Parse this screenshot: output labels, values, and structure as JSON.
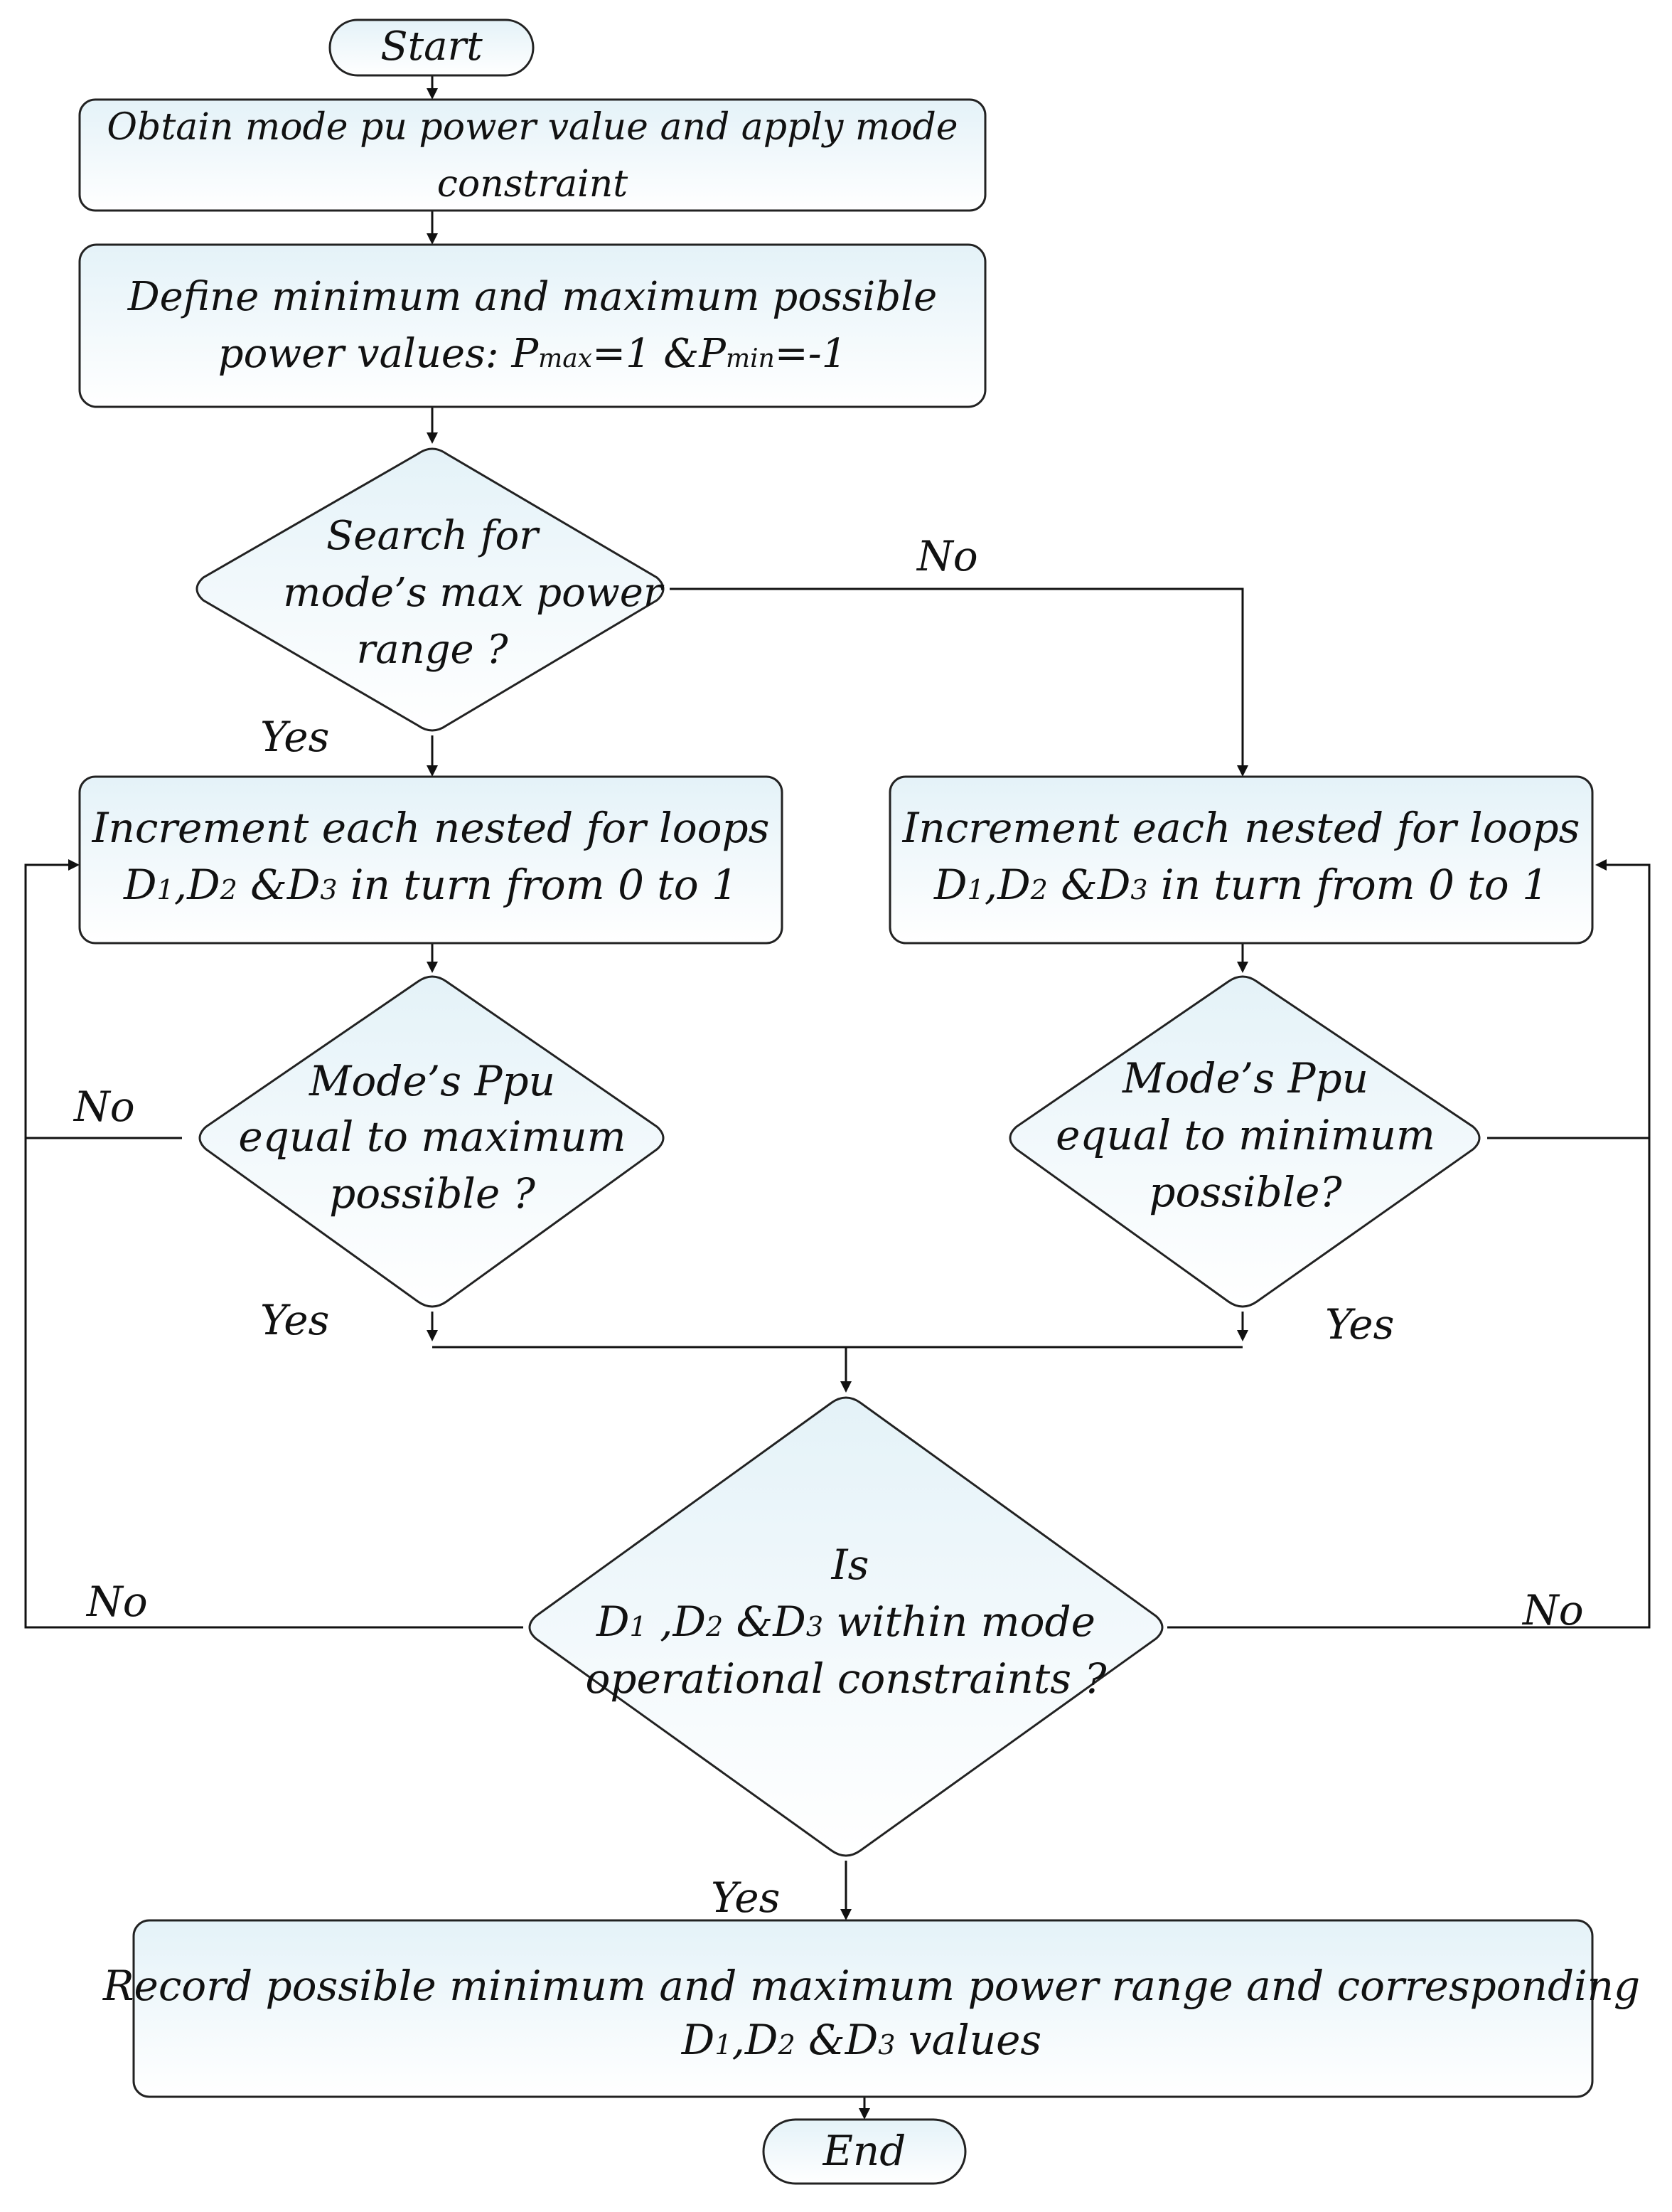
{
  "flowchart": {
    "start": {
      "label": "Start"
    },
    "step_obtain": {
      "lines": [
        "Obtain  mode pu power value and apply mode",
        "constraint"
      ]
    },
    "step_define": {
      "line1": "Define minimum and maximum possible",
      "line2_prefix": "power values: P",
      "pmax_sub": "max",
      "pmax_val": "=1 &P",
      "pmin_sub": "min",
      "pmin_val": "=-1"
    },
    "decision_search": {
      "lines": [
        "Search for",
        "mode’s max power",
        "range ?"
      ]
    },
    "loop_left": {
      "line1": "Increment each nested for loops",
      "line2": [
        {
          "t": "D",
          "sub": false
        },
        {
          "t": "1",
          "sub": true
        },
        {
          "t": ",D",
          "sub": false
        },
        {
          "t": "2",
          "sub": true
        },
        {
          "t": " &D",
          "sub": false
        },
        {
          "t": "3",
          "sub": true
        },
        {
          "t": " in turn from 0 to 1",
          "sub": false
        }
      ]
    },
    "loop_right": {
      "line1": "Increment each nested for loops",
      "line2": [
        {
          "t": "D",
          "sub": false
        },
        {
          "t": "1",
          "sub": true
        },
        {
          "t": ",D",
          "sub": false
        },
        {
          "t": "2",
          "sub": true
        },
        {
          "t": " &D",
          "sub": false
        },
        {
          "t": "3",
          "sub": true
        },
        {
          "t": " in turn from 0 to 1",
          "sub": false
        }
      ]
    },
    "decision_max": {
      "lines": [
        "Mode’s Ppu",
        "equal to maximum",
        "possible ?"
      ]
    },
    "decision_min": {
      "lines": [
        "Mode’s Ppu",
        "equal to minimum",
        "possible?"
      ]
    },
    "decision_constraints": {
      "line1": "Is",
      "line2": [
        {
          "t": "D",
          "sub": false
        },
        {
          "t": "1",
          "sub": true
        },
        {
          "t": " ,D",
          "sub": false
        },
        {
          "t": "2",
          "sub": true
        },
        {
          "t": " &D",
          "sub": false
        },
        {
          "t": "3",
          "sub": true
        },
        {
          "t": " within mode",
          "sub": false
        }
      ],
      "line3": "operational constraints ?"
    },
    "step_record": {
      "line1": "Record possible minimum and maximum power range  and corresponding",
      "line2": [
        {
          "t": "D",
          "sub": false
        },
        {
          "t": "1",
          "sub": true
        },
        {
          "t": ",D",
          "sub": false
        },
        {
          "t": "2",
          "sub": true
        },
        {
          "t": " &D",
          "sub": false
        },
        {
          "t": "3",
          "sub": true
        },
        {
          "t": "  values",
          "sub": false
        }
      ]
    },
    "end": {
      "label": "End"
    },
    "edge_labels": {
      "search_no": "No",
      "search_yes": "Yes",
      "max_no": "No",
      "max_yes": "Yes",
      "min_yes": "Yes",
      "constraints_no_left": "No",
      "constraints_no_right": "No",
      "constraints_yes": "Yes"
    }
  },
  "colors": {
    "box_fill_top": "#e4f2f8",
    "box_fill_bottom": "#ffffff",
    "stroke": "#222222"
  }
}
